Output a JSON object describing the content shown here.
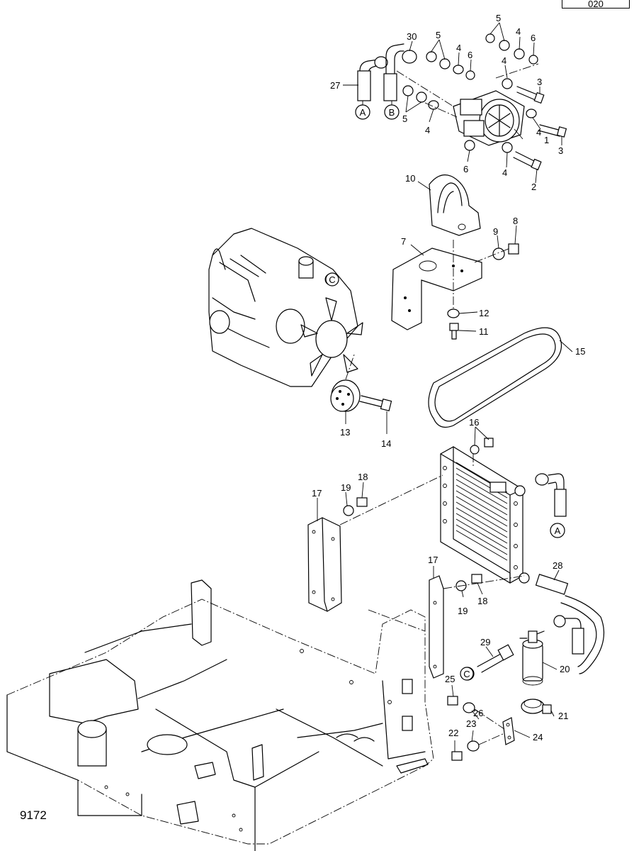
{
  "figure": {
    "id": "9172",
    "page_tab": "020"
  },
  "references": {
    "A": "A",
    "B": "B",
    "C": "C"
  },
  "parts": [
    "1",
    "2",
    "3",
    "4",
    "5",
    "6",
    "7",
    "8",
    "9",
    "10",
    "11",
    "12",
    "13",
    "14",
    "15",
    "16",
    "17",
    "18",
    "19",
    "20",
    "21",
    "22",
    "23",
    "24",
    "25",
    "26",
    "27",
    "28",
    "29",
    "30"
  ]
}
